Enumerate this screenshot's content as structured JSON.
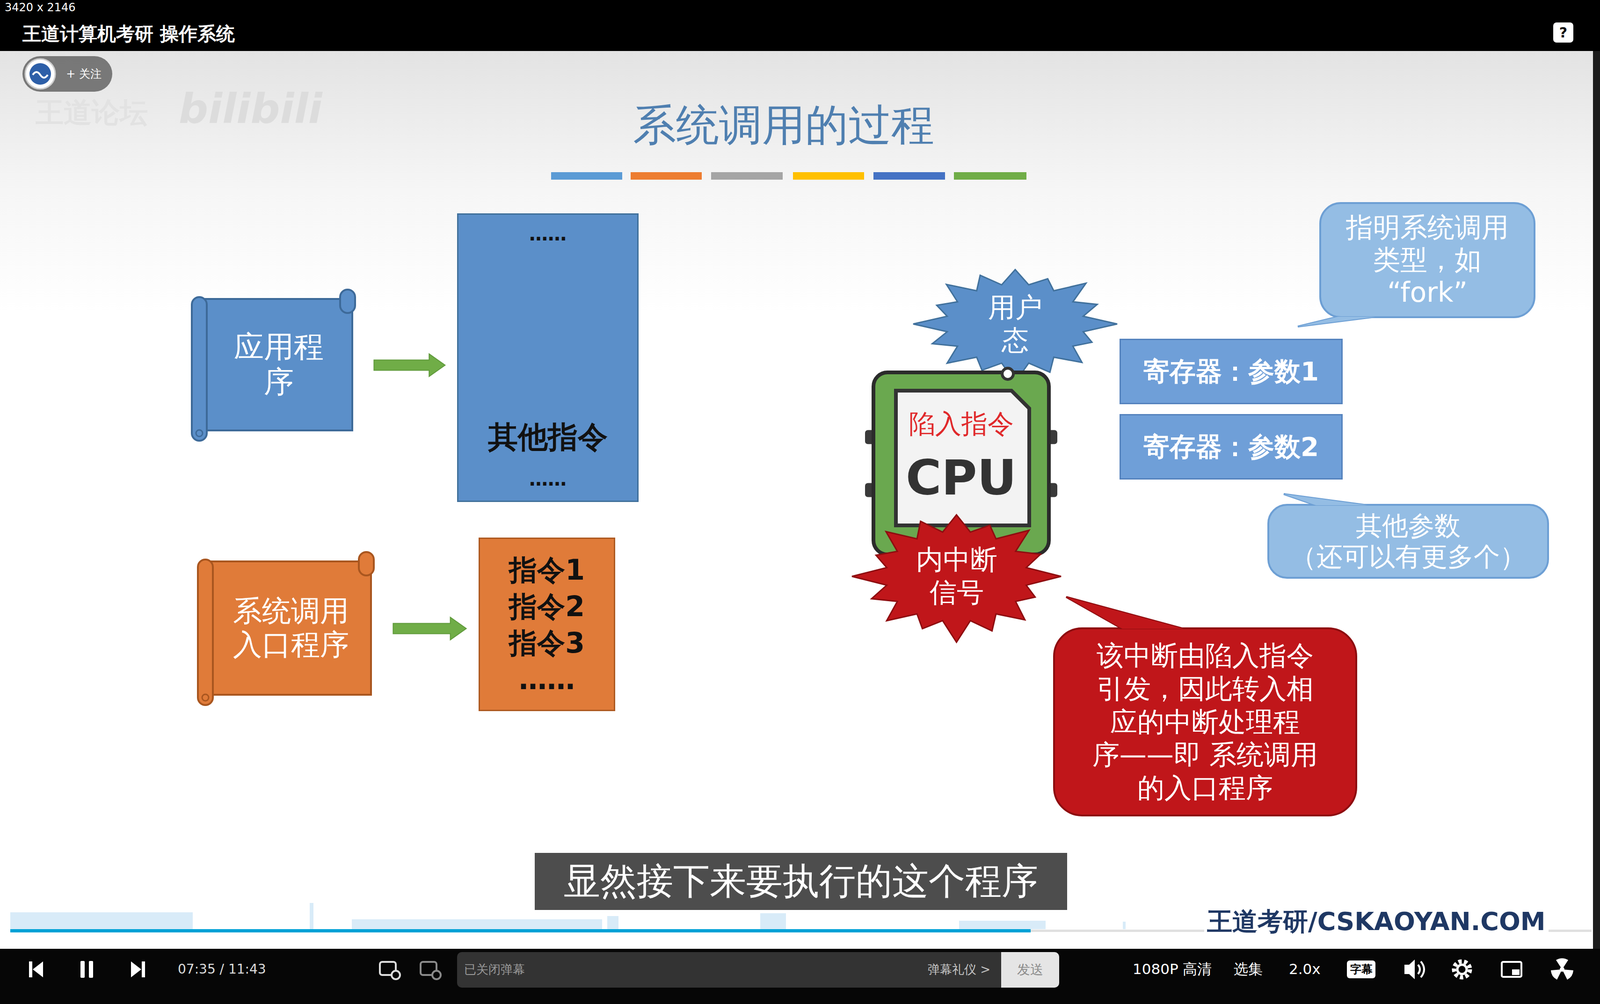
{
  "diagram": {
    "title": "系统调用的过程",
    "nodes": [
      {
        "text": [
          "?"
        ]
      },
      {
        "text": [
          "+ 关注"
        ]
      },
      {
        "text": [
          "应用程 序"
        ]
      },
      {
        "text": [
          "……",
          "其他指令",
          "……"
        ]
      },
      {
        "text": [
          "系统调用 入口程序"
        ]
      },
      {
        "text": [
          "指令1 指令2 指令3 ……"
        ]
      },
      {
        "text": [
          "指明系统调用 类型，如 “fork”"
        ]
      },
      {
        "text": [
          "用户 态"
        ]
      },
      {
        "text": [
          "寄存器：参数1"
        ]
      },
      {
        "text": [
          "陷入指令",
          "CPU"
        ]
      },
      {
        "text": [
          "寄存器：参数2"
        ]
      },
      {
        "text": [
          "其他参数 （还可以有更多个）"
        ]
      },
      {
        "text": [
          "内中断 信号"
        ]
      },
      {
        "text": [
          "该中断由陷入指令 引发，因此转入相 应的中断处理程 序——即 系统调用 的入口程序"
        ]
      },
      {
        "text": [
          "显然接下来要执行的这个程序"
        ]
      },
      {
        "text": [
          "已关闭弹幕",
          "弹幕礼仪 >"
        ]
      },
      {
        "text": [
          "发送"
        ],
        "in": 15
      },
      {
        "text": [
          "字幕"
        ]
      }
    ],
    "edges": [
      {
        "from": 2,
        "to": 3,
        "arrow": "to"
      },
      {
        "from": 4,
        "to": 5,
        "arrow": "to"
      }
    ],
    "labels": [
      "3420 x 2146",
      "王道计算机考研 操作系统",
      "王道论坛",
      "bilibili",
      "王道考研/CSKAOYAN.COM",
      "07:35 / 11:43",
      "1080P 高清",
      "选集",
      "2.0x"
    ]
  }
}
